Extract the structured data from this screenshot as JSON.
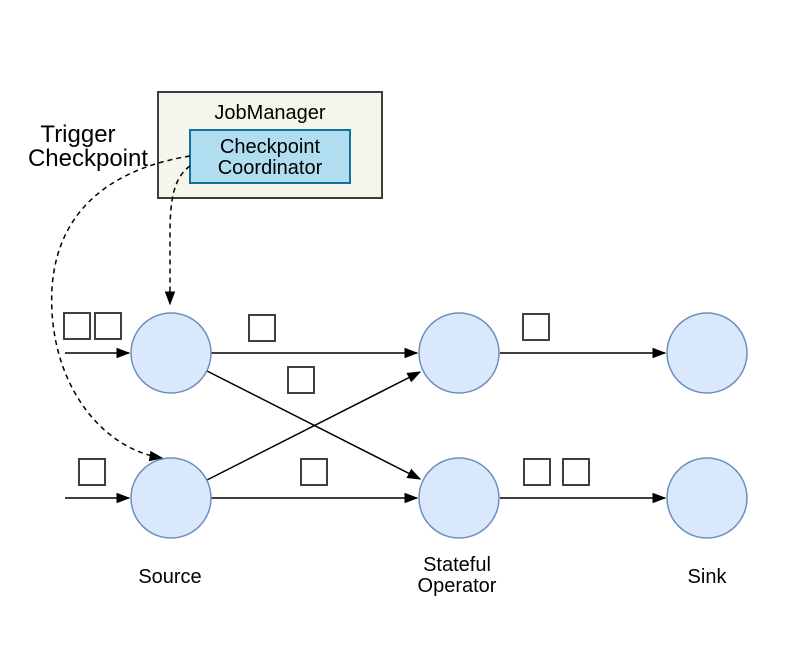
{
  "diagram": {
    "kind": "checkpointing-dataflow-diagram",
    "labels": {
      "trigger_line1": "Trigger",
      "trigger_line2": "Checkpoint",
      "jobmanager": "JobManager",
      "coordinator_line1": "Checkpoint",
      "coordinator_line2": "Coordinator",
      "source": "Source",
      "stateful_line1": "Stateful",
      "stateful_line2": "Operator",
      "sink": "Sink"
    },
    "colors": {
      "background": "#ffffff",
      "node_fill": "#dae8fc",
      "node_stroke": "#6c8ebf",
      "jobmanager_fill": "#f5f5eb",
      "jobmanager_stroke": "#3d3d3d",
      "coordinator_fill": "#b1ddf0",
      "coordinator_stroke": "#10739e",
      "barrier_fill": "#ffffff",
      "barrier_stroke": "#404040",
      "edge": "#000000",
      "text": "#000000"
    },
    "nodes": [
      {
        "id": "source-1",
        "role": "source"
      },
      {
        "id": "source-2",
        "role": "source"
      },
      {
        "id": "stateful-operator-1",
        "role": "stateful-operator"
      },
      {
        "id": "stateful-operator-2",
        "role": "stateful-operator"
      },
      {
        "id": "sink-1",
        "role": "sink"
      },
      {
        "id": "sink-2",
        "role": "sink"
      }
    ],
    "edges": [
      {
        "from": "stream-input-1",
        "to": "source-1",
        "style": "solid"
      },
      {
        "from": "stream-input-2",
        "to": "source-2",
        "style": "solid"
      },
      {
        "from": "source-1",
        "to": "stateful-operator-1",
        "style": "solid"
      },
      {
        "from": "source-1",
        "to": "stateful-operator-2",
        "style": "solid"
      },
      {
        "from": "source-2",
        "to": "stateful-operator-1",
        "style": "solid"
      },
      {
        "from": "source-2",
        "to": "stateful-operator-2",
        "style": "solid"
      },
      {
        "from": "stateful-operator-1",
        "to": "sink-1",
        "style": "solid"
      },
      {
        "from": "stateful-operator-2",
        "to": "sink-2",
        "style": "solid"
      },
      {
        "from": "checkpoint-coordinator",
        "to": "source-1",
        "style": "dashed",
        "label": "Trigger Checkpoint"
      },
      {
        "from": "checkpoint-coordinator",
        "to": "source-2",
        "style": "dashed",
        "label": "Trigger Checkpoint"
      }
    ],
    "barrier_square_count": 9
  }
}
